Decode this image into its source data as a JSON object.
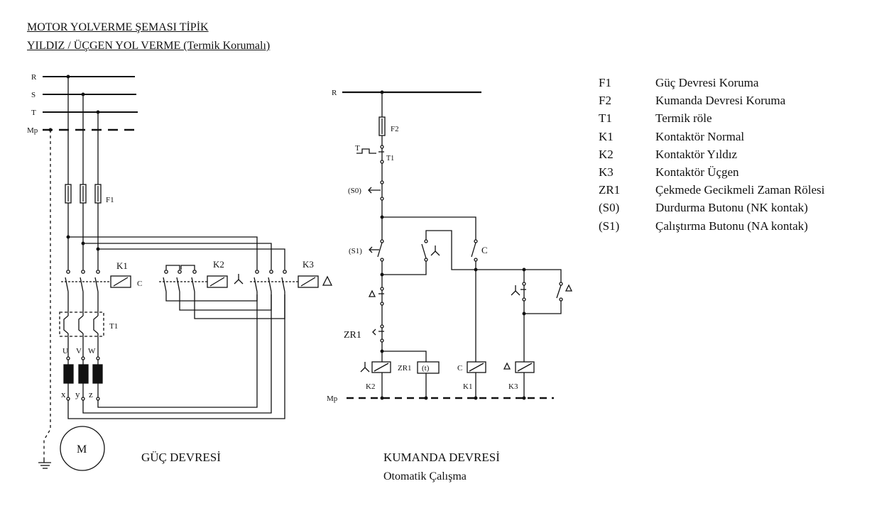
{
  "title": {
    "line1": "MOTOR YOLVERME ŞEMASI TİPİK",
    "line2": "YILDIZ / ÜÇGEN  YOL VERME (Termik Korumalı)"
  },
  "power_circuit": {
    "caption": "GÜÇ DEVRESİ",
    "bus_labels": [
      "R",
      "S",
      "T",
      "Mp"
    ],
    "fuse_label": "F1",
    "k1_label": "K1",
    "k1_symbol": "C",
    "k2_label": "K2",
    "k3_label": "K3",
    "thermal_label": "T1",
    "terminals_top": [
      "U",
      "V",
      "W"
    ],
    "terminals_bottom": [
      "x",
      "y",
      "z"
    ],
    "motor_label": "M"
  },
  "control_circuit": {
    "caption": "KUMANDA DEVRESİ",
    "subcaption": "Otomatik Çalışma",
    "bus_r": "R",
    "bus_mp": "Mp",
    "f2_label": "F2",
    "t_label": "T",
    "t1_label": "T1",
    "s0_label": "(S0)",
    "s1_label": "(S1)",
    "c_label": "C",
    "zr1_label": "ZR1",
    "zr1_coil_label": "ZR1",
    "timer_symbol": "(t)",
    "k2_coil_label": "K2",
    "k1_coil_label": "K1",
    "k3_coil_label": "K3",
    "c_coil_prefix": "C"
  },
  "legend": [
    {
      "code": "F1",
      "desc": "Güç Devresi Koruma"
    },
    {
      "code": "F2",
      "desc": "Kumanda Devresi Koruma"
    },
    {
      "code": "T1",
      "desc": "Termik röle"
    },
    {
      "code": "K1",
      "desc": "Kontaktör Normal"
    },
    {
      "code": "K2",
      "desc": "Kontaktör Yıldız"
    },
    {
      "code": "K3",
      "desc": "Kontaktör Üçgen"
    },
    {
      "code": "ZR1",
      "desc": "Çekmede Gecikmeli Zaman Rölesi"
    },
    {
      "code": "(S0)",
      "desc": "Durdurma Butonu (NK kontak)"
    },
    {
      "code": "(S1)",
      "desc": "Çalıştırma Butonu (NA kontak)"
    }
  ]
}
